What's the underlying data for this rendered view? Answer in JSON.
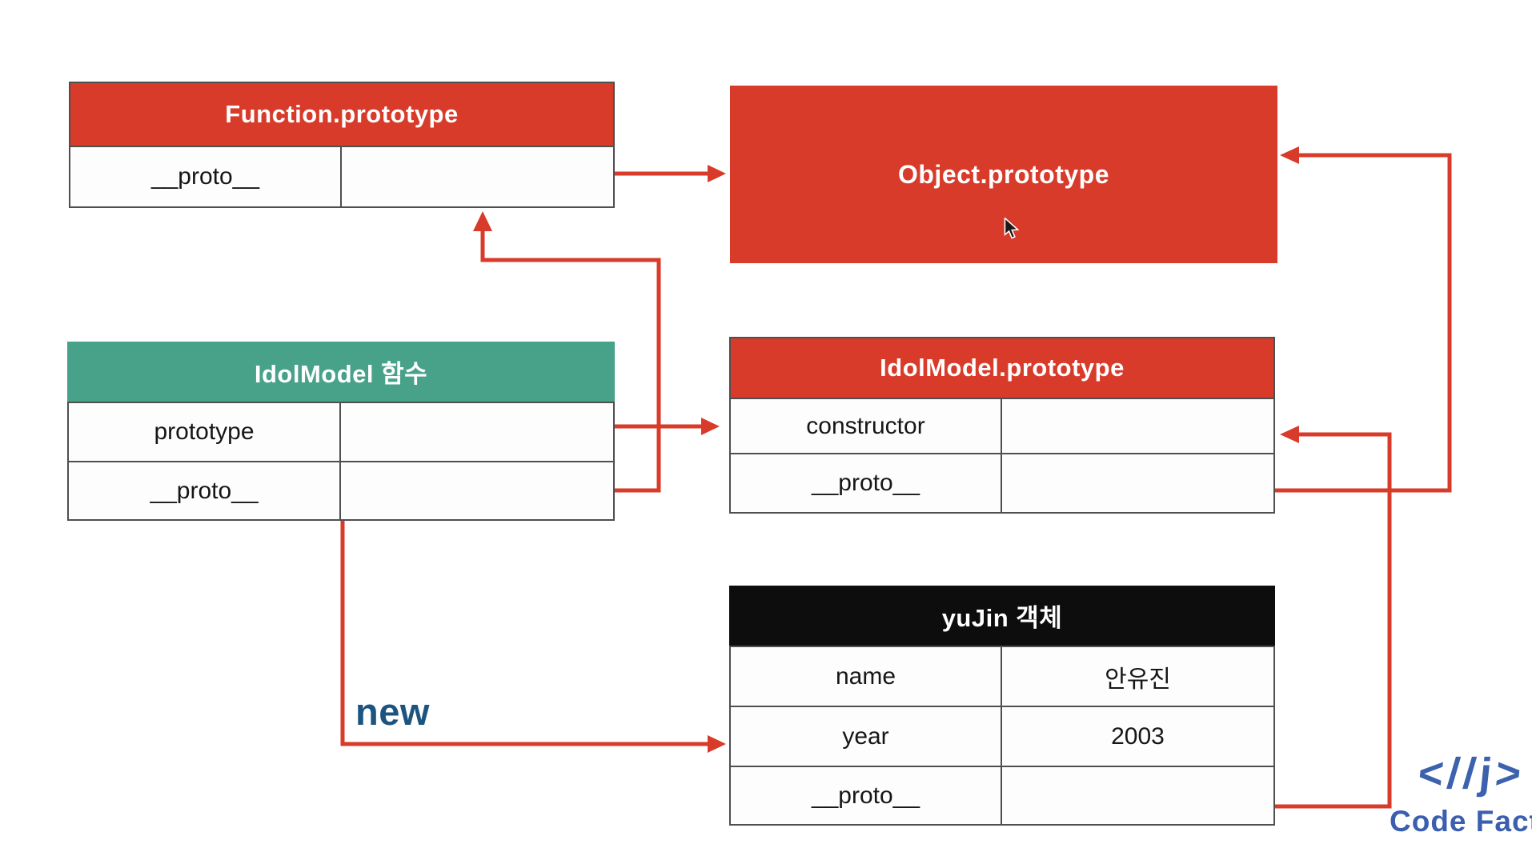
{
  "colors": {
    "red": "#d83b2a",
    "green": "#48a289",
    "black_header": "#0d0d0d",
    "border_gray": "#4f4f4f",
    "new_blue": "#1c5480",
    "logo_blue": "#3b5fae",
    "background": "#ffffff"
  },
  "object_box": {
    "label": "Object.prototype"
  },
  "tables": [
    {
      "id": "function-prototype",
      "header": {
        "label": "Function.prototype"
      },
      "rows": [
        {
          "key": "__proto__",
          "value": ""
        }
      ]
    },
    {
      "id": "idolmodel-function",
      "header": {
        "label": "IdolModel 함수"
      },
      "rows": [
        {
          "key": "prototype",
          "value": ""
        },
        {
          "key": "__proto__",
          "value": ""
        }
      ]
    },
    {
      "id": "idolmodel-prototype",
      "header": {
        "label": "IdolModel.prototype"
      },
      "rows": [
        {
          "key": "constructor",
          "value": ""
        },
        {
          "key": "__proto__",
          "value": ""
        }
      ]
    },
    {
      "id": "yujin-object",
      "header": {
        "label": "yuJin 객체"
      },
      "rows": [
        {
          "key": "name",
          "value": "안유진"
        },
        {
          "key": "year",
          "value": "2003"
        },
        {
          "key": "__proto__",
          "value": ""
        }
      ]
    }
  ],
  "annotations": {
    "new_label": "new"
  },
  "logo": {
    "icon_glyphs": "<//j>",
    "text": "Code Fact"
  }
}
